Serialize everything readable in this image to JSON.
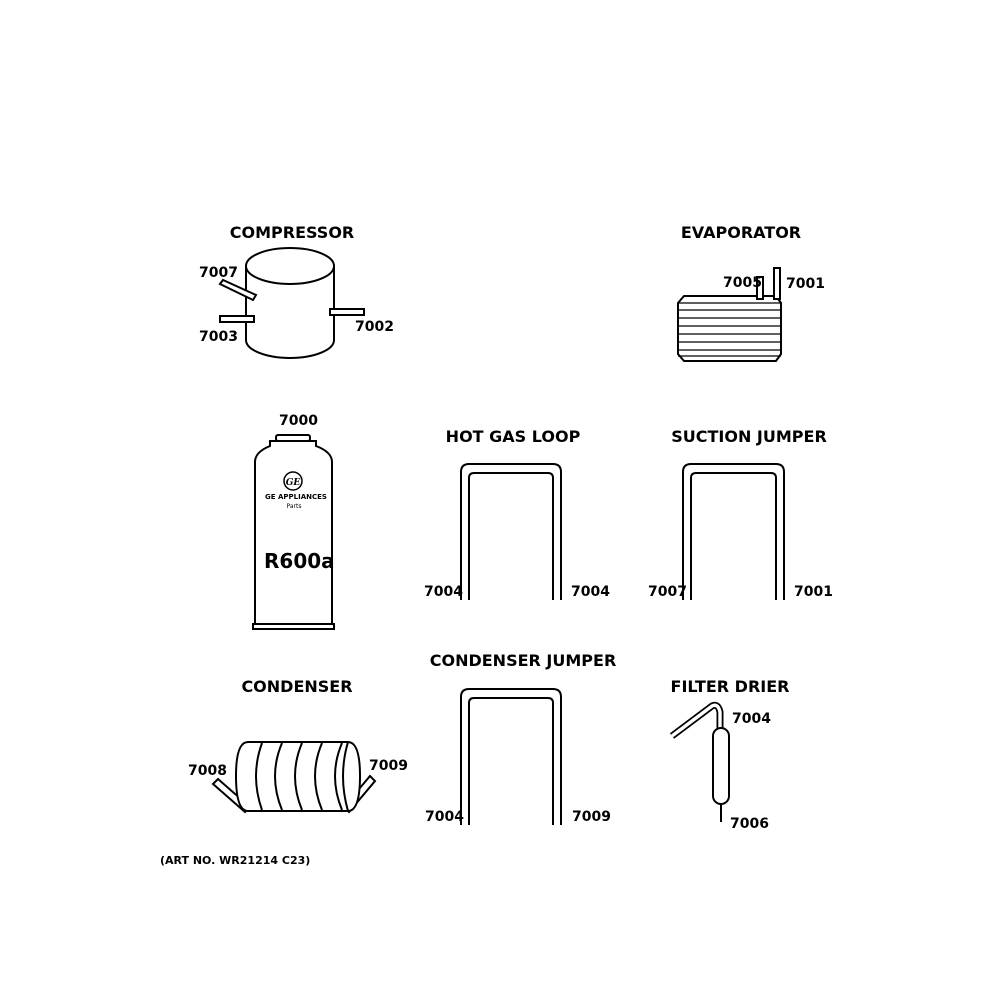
{
  "parts": {
    "compressor": {
      "title": "COMPRESSOR",
      "labels": [
        "7007",
        "7003",
        "7002"
      ]
    },
    "evaporator": {
      "title": "EVAPORATOR",
      "labels": [
        "7005",
        "7001"
      ]
    },
    "refrigerant_can": {
      "label": "7000",
      "brand": "GE APPLIANCES",
      "sub": "Parts",
      "gas": "R600a"
    },
    "hot_gas_loop": {
      "title": "HOT GAS LOOP",
      "labels": [
        "7004",
        "7004"
      ]
    },
    "suction_jumper": {
      "title": "SUCTION JUMPER",
      "labels": [
        "7007",
        "7001"
      ]
    },
    "condenser": {
      "title": "CONDENSER",
      "labels": [
        "7008",
        "7009"
      ]
    },
    "condenser_jumper": {
      "title": "CONDENSER JUMPER",
      "labels": [
        "7004",
        "7009"
      ]
    },
    "filter_drier": {
      "title": "FILTER DRIER",
      "labels": [
        "7004",
        "7006"
      ]
    }
  },
  "art_no": "(ART NO. WR21214 C23)"
}
